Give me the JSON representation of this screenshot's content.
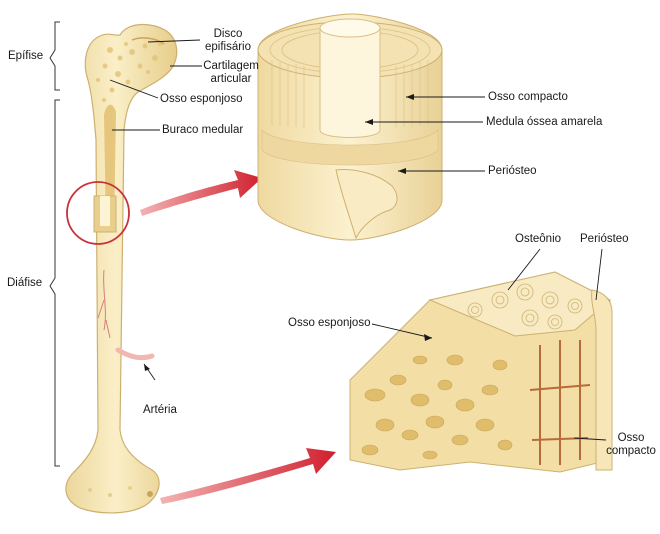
{
  "labels": {
    "epifise": "Epífise",
    "diafise": "Diáfise",
    "disco_line1": "Disco",
    "disco_line2": "epifisário",
    "cartilagem_line1": "Cartilagem",
    "cartilagem_line2": "articular",
    "osso_esponjoso_top": "Osso esponjoso",
    "buraco_medular": "Buraco medular",
    "arteria": "Artéria",
    "osso_compacto_top": "Osso compacto",
    "medula": "Medula óssea amarela",
    "periosteo_top": "Perióste​o",
    "osteonio": "Osteônio",
    "periosteo_bottom": "Perióste​o",
    "osso_esponjoso_bottom": "Osso esponjoso",
    "osso_compacto_bottom_line1": "Osso",
    "osso_compacto_bottom_line2": "compacto"
  },
  "colors": {
    "bone": "#f6e6b4",
    "bone_shade": "#e8cf8c",
    "bone_dark": "#d4b26a",
    "arrow": "#d0202e",
    "circle": "#c8323c",
    "vessel": "#b86a3a",
    "artery": "#f0b8b0"
  }
}
